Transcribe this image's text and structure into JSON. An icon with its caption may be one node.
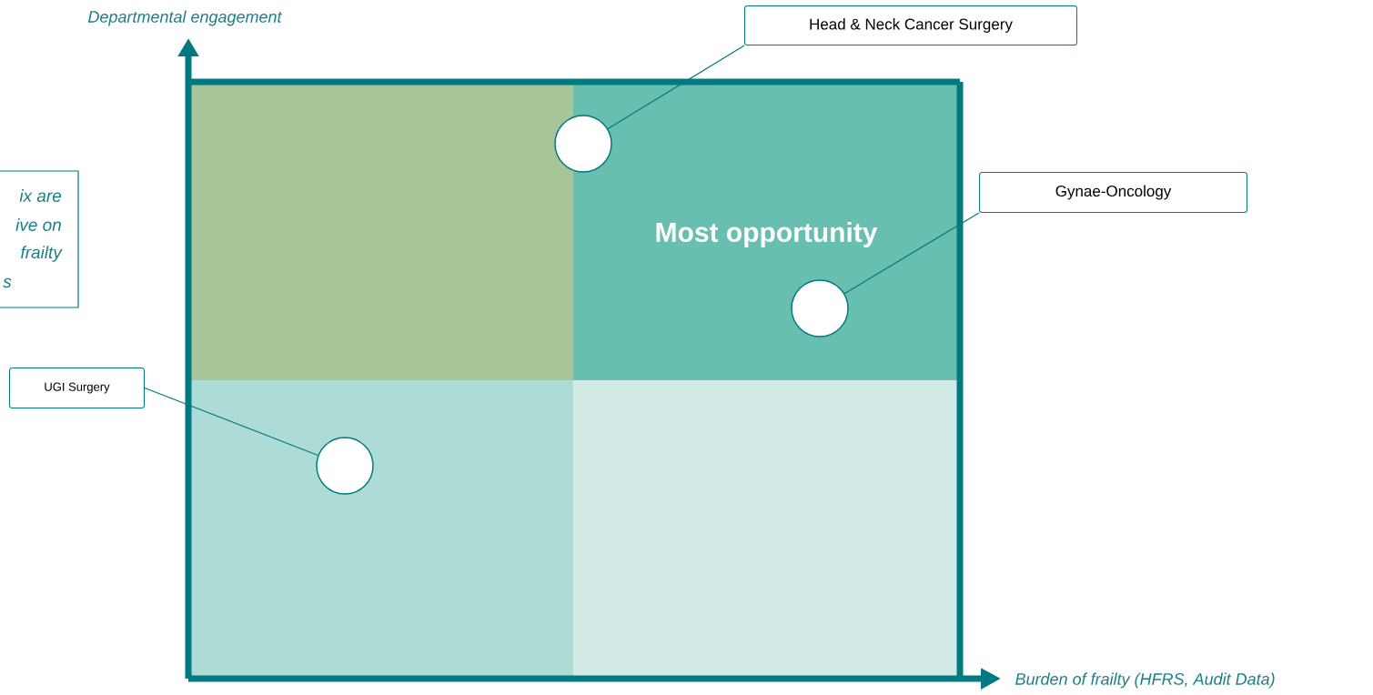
{
  "diagram": {
    "nodes": [
      {
        "text": [
          "ix are",
          "ive on",
          "frailty",
          "s"
        ]
      },
      {
        "text": [],
        "shape": "box"
      },
      {
        "text": [
          "Most opportunity"
        ]
      },
      {
        "text": [],
        "shape": "box"
      },
      {
        "text": [],
        "shape": "box"
      },
      {
        "text": [
          "Head & Neck Cancer Surgery"
        ]
      },
      {
        "text": [],
        "shape": "circle"
      },
      {
        "text": [
          "Gynae-Oncology"
        ]
      },
      {
        "text": [],
        "shape": "circle",
        "in": 2
      },
      {
        "text": [
          "UGI Surgery"
        ]
      },
      {
        "text": [],
        "shape": "circle",
        "in": 3
      }
    ],
    "edges": [
      {
        "from": 5,
        "to": 6,
        "arrow": "none"
      },
      {
        "from": 7,
        "to": 8,
        "arrow": "none"
      },
      {
        "from": 9,
        "to": 10,
        "arrow": "none"
      }
    ],
    "labels": [
      "Departmental engagement",
      "Burden of frailty (HFRS, Audit Data)"
    ]
  }
}
